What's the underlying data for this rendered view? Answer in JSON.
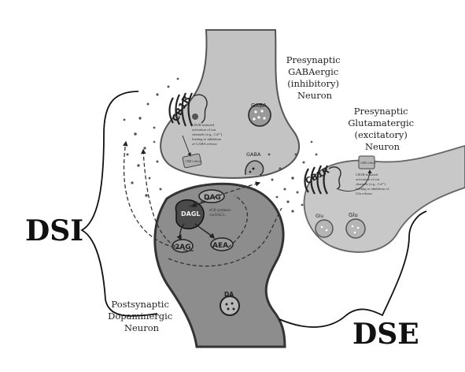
{
  "labels": {
    "presynaptic_gaba": [
      "Presynaptic",
      "GABAergic",
      "(inhibitory)",
      "Neuron"
    ],
    "presynaptic_glu": [
      "Presynaptic",
      "Glutamatergic",
      "(excitatory)",
      "Neuron"
    ],
    "postsynaptic": [
      "Postsynaptic",
      "Dopaminergic",
      "Neuron"
    ],
    "dsi": "DSI",
    "dse": "DSE"
  },
  "molecules": {
    "cb1r_gaba": "CB1R",
    "cb1r_glu": "CB1R",
    "gaba_vesicle": "GABA",
    "gaba_cleft": "GABA",
    "glu_left": "Glu",
    "glu_right": "Glu",
    "dag": "DAG",
    "dagl": "DAGL",
    "two_ag": "2AG",
    "aea": "AEA",
    "da": "DA",
    "small_left_box": "CBR1 effects",
    "small_right_box": "CBR1 effects"
  },
  "annotations": {
    "gaba_note": [
      "CB1R-initiated",
      "activation of ion",
      "channels (e.g., Ca²⁺)",
      "leading to inhibition",
      "of GABA release"
    ],
    "glu_note": [
      "CB1R-initiated",
      "activation of ion",
      "channels (e.g., Ca²⁺)",
      "leading to inhibition of",
      "Glu release"
    ],
    "ecb_note": [
      "eCB synthesis",
      "via DAGL"
    ]
  }
}
